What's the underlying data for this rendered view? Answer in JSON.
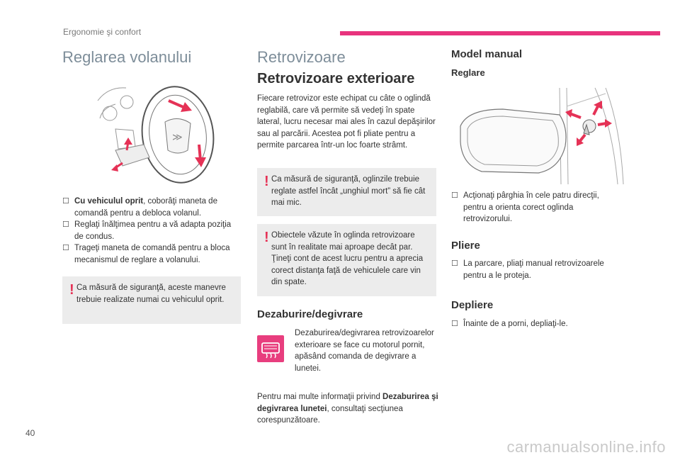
{
  "header": {
    "section": "Ergonomie şi confort",
    "accent_color": "#e8337d"
  },
  "page_number": "40",
  "watermark": "carmanualsonline.info",
  "left": {
    "title": "Reglarea volanului",
    "illustration_icon": "steering-wheel-illustration",
    "bullets": [
      {
        "bold": "Cu vehiculul oprit",
        "text": ", coborâţi maneta de comandă pentru a debloca volanul."
      },
      {
        "bold": "",
        "text": "Reglaţi înălţimea pentru a vă adapta poziţia de condus."
      },
      {
        "bold": "",
        "text": "Trageţi maneta de comandă pentru a bloca mecanismul de reglare a volanului."
      }
    ],
    "bullet_mark": "",
    "warning": "Ca măsură de siguranţă, aceste manevre trebuie realizate numai cu vehiculul oprit."
  },
  "middle": {
    "title": "Retrovizoare",
    "subtitle": "Retrovizoare exterioare",
    "intro": "Fiecare retrovizor este echipat cu câte o oglindă reglabilă, care vă permite să vedeţi în spate lateral, lucru necesar mai ales în cazul depăşirilor sau al parcării. Acestea pot fi pliate pentru a permite parcarea într-un loc foarte strâmt.",
    "warning1": "Ca măsură de siguranţă, oglinzile trebuie reglate astfel încât „unghiul mort” să fie cât mai mic.",
    "warning2": "Obiectele văzute în oglinda retrovizoare sunt în realitate mai aproape decât par. Ţineţi cont de acest lucru pentru a aprecia corect distanţa faţă de vehiculele care vin din spate.",
    "defrost_title": "Dezaburire/degivrare",
    "defrost_icon": "rear-defrost-icon",
    "defrost_text": "Dezaburirea/degivrarea retrovizoarelor exterioare se face cu motorul pornit, apăsând comanda de degivrare a lunetei.",
    "more_info": {
      "pre": "Pentru mai multe informaţii privind ",
      "bold": "Dezaburirea şi degivrarea lunetei",
      "post": ", consultaţi secţiunea corespunzătoare."
    }
  },
  "right": {
    "title": "Model manual",
    "reglare_title": "Reglare",
    "illustration_icon": "mirror-lever-illustration",
    "reglare_bullets": [
      "Acţionaţi pârghia în cele patru direcţii, pentru a orienta corect oglinda retrovizorului."
    ],
    "pliere_title": "Pliere",
    "pliere_bullets": [
      "La parcare, pliaţi manual retrovizoarele pentru a le proteja."
    ],
    "depliere_title": "Depliere",
    "depliere_bullets": [
      "Înainte de a porni, depliaţi-le."
    ]
  }
}
